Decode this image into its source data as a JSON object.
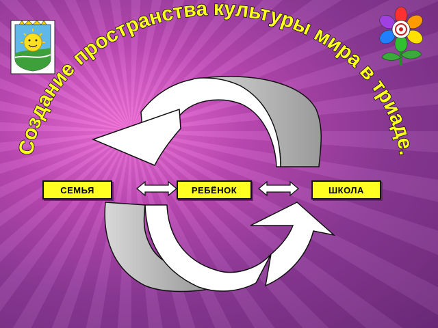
{
  "title": "Создание пространства культуры мира  в триаде.",
  "boxes": {
    "family": "СЕМЬЯ",
    "child": "РЕБЁНОК",
    "school": "ШКОЛА"
  },
  "colors": {
    "box_fill": "#ffff22",
    "arrow_light": "#ffffff",
    "arrow_dark": "#a8a8a8",
    "title_fill": "#ffff22"
  },
  "icons": {
    "top_left": "sun-emblem-icon",
    "top_right": "flower-logo-icon"
  }
}
